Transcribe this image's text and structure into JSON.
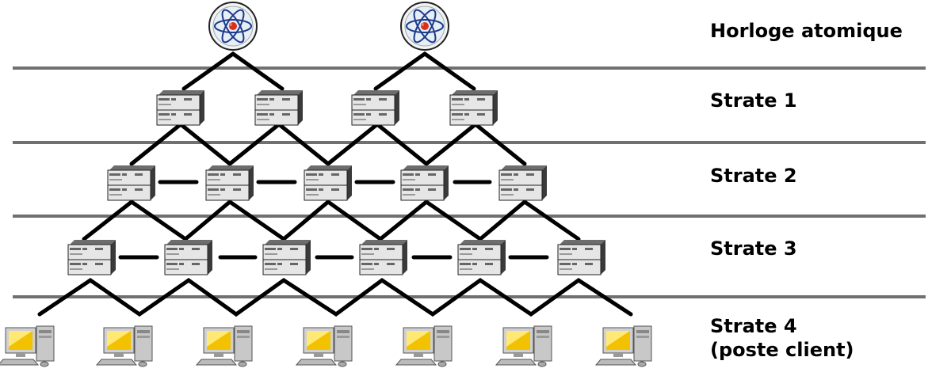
{
  "strata": [
    {
      "id": "atomic",
      "label": "Horloge atomique",
      "nodes": 2,
      "kind": "atom"
    },
    {
      "id": "s1",
      "label": "Strate 1",
      "nodes": 4,
      "kind": "server"
    },
    {
      "id": "s2",
      "label": "Strate 2",
      "nodes": 5,
      "kind": "server"
    },
    {
      "id": "s3",
      "label": "Strate 3",
      "nodes": 6,
      "kind": "server"
    },
    {
      "id": "s4",
      "label": "Strate 4",
      "sublabel": "(poste client)",
      "nodes": 7,
      "kind": "client"
    }
  ],
  "colors": {
    "divider": "#707070",
    "link": "#000000",
    "server_body": "#dcdcdc",
    "server_dark": "#2b2b2b",
    "screen": "#f2c200",
    "tower": "#c8c8c8"
  }
}
